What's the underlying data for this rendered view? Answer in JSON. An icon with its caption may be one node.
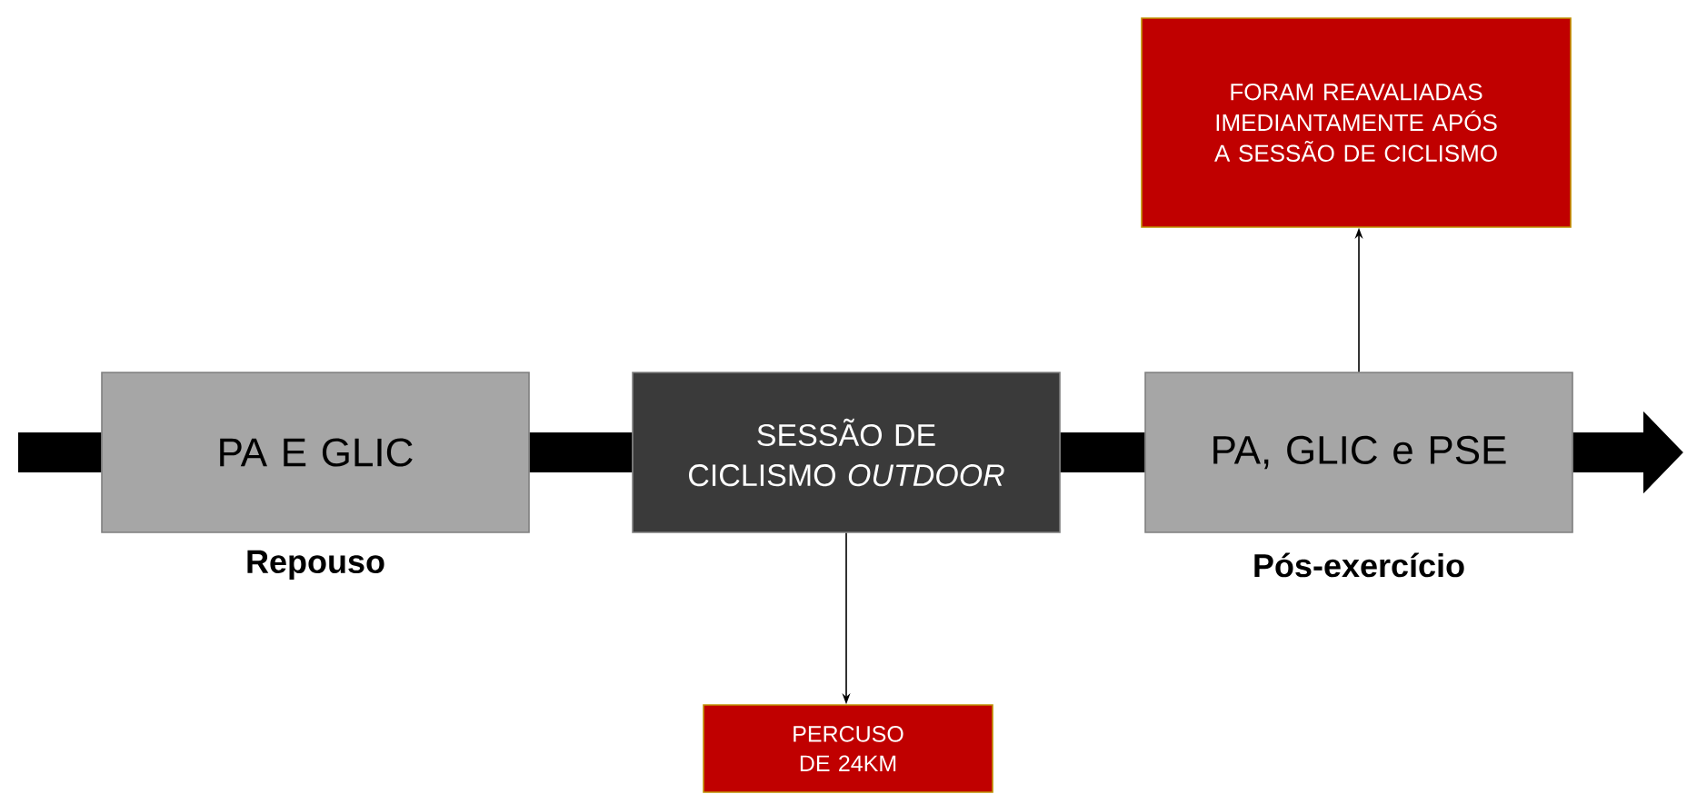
{
  "diagram": {
    "nodes": [
      {
        "text": [
          "PA E GLIC"
        ],
        "beside": [
          "Repouso"
        ]
      },
      {
        "text": [
          "SESSÃO DE CICLISMO *OUTDOOR*"
        ]
      },
      {
        "text": [
          "PA, GLIC e PSE"
        ],
        "beside": [
          "Pós-exercício"
        ]
      },
      {
        "text": [
          "FORAM REAVALIADAS IMEDIANTAMENTE APÓS A SESSÃO DE CICLISMO"
        ]
      },
      {
        "text": [
          "PERCUSO DE 24KM"
        ]
      }
    ],
    "edges": [
      {
        "from": null,
        "to": 0,
        "arrow": "none"
      },
      {
        "from": 0,
        "to": 1,
        "arrow": "none"
      },
      {
        "from": 1,
        "to": 2,
        "arrow": "none"
      },
      {
        "from": 2,
        "to": null,
        "arrow": "to"
      },
      {
        "from": 1,
        "to": 4,
        "arrow": "to"
      },
      {
        "from": 2,
        "to": 3,
        "arrow": "to"
      }
    ]
  }
}
